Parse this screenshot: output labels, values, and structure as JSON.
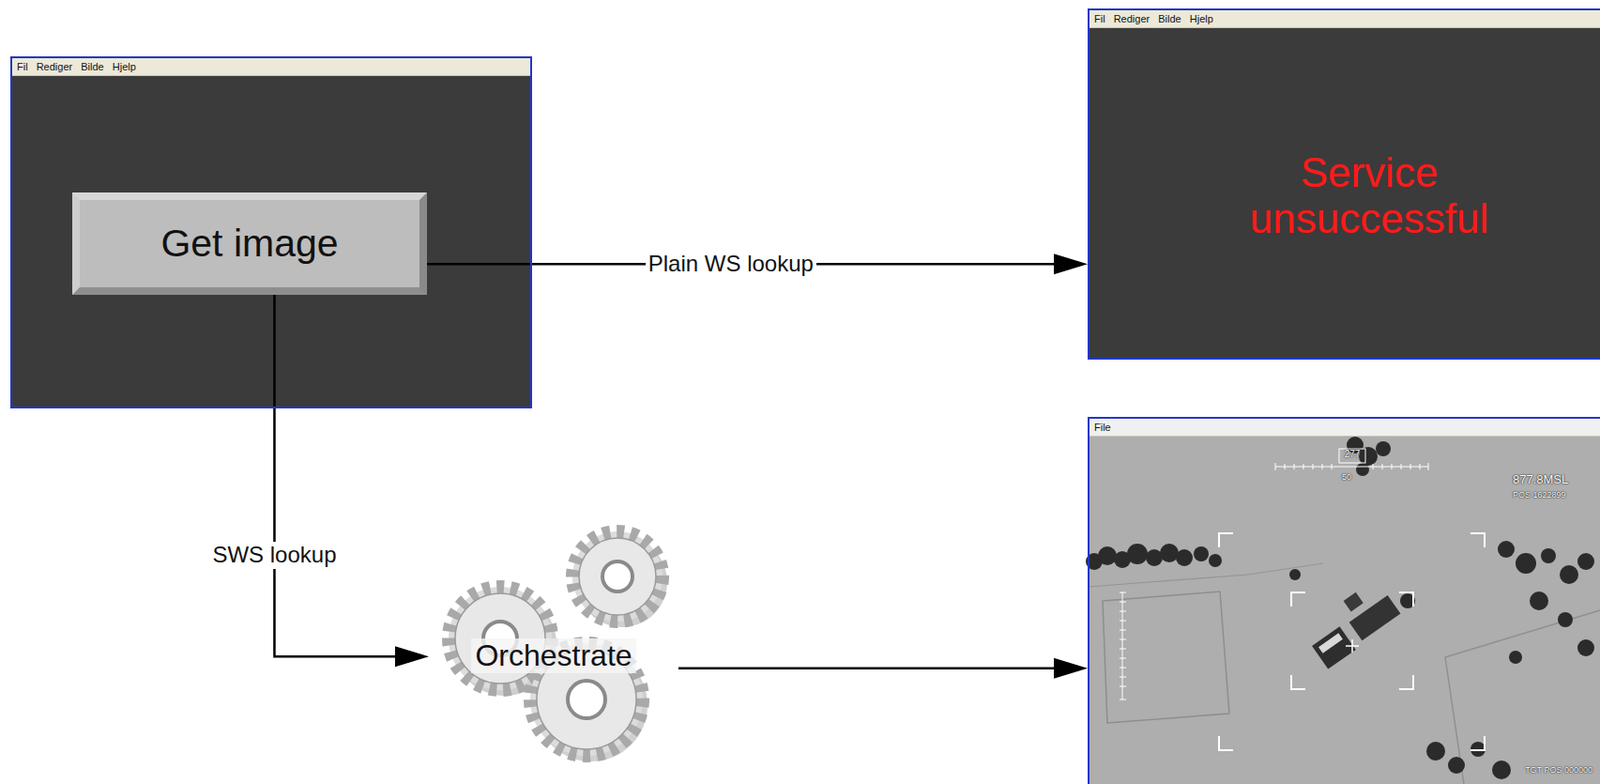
{
  "diagram": {
    "nodes": [
      {
        "text": [
          "Fil Rediger Bilde Hjelp"
        ]
      },
      {
        "text": [
          "Get image"
        ],
        "in": 0
      },
      {
        "text": [
          "Fil Rediger Bilde Hjelp",
          "Service unsuccessful"
        ]
      },
      {
        "text": [
          "Orchestrate"
        ]
      },
      {
        "text": [
          "File"
        ]
      }
    ],
    "edges": [
      {
        "from": 1,
        "to": 2,
        "arrow": "to",
        "label": "Plain WS lookup"
      },
      {
        "from": 1,
        "to": 3,
        "arrow": "to",
        "label": "SWS lookup"
      },
      {
        "from": 3,
        "to": 4,
        "arrow": "to"
      }
    ],
    "labels": [
      "277",
      "50",
      "877.8MSL",
      "POS 1622899",
      "TGT POS 000000"
    ]
  }
}
